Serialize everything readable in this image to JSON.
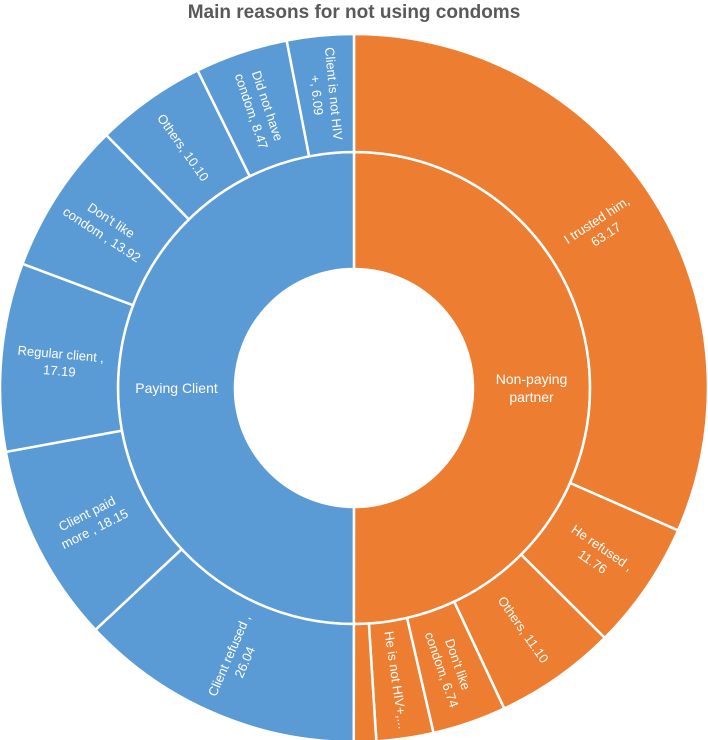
{
  "chart_data": {
    "type": "sunburst",
    "title": "Main reasons for not using condoms",
    "colors": {
      "Paying Client": "#5b9bd5",
      "Non-paying partner": "#ed7d31"
    },
    "groups": [
      {
        "name": "Non-paying partner",
        "label_lines": [
          "Non-paying",
          "partner"
        ],
        "children": [
          {
            "name": "I trusted him",
            "value": 63.17,
            "label_lines": [
              "I trusted him,",
              "63.17"
            ]
          },
          {
            "name": "He refused",
            "value": 11.76,
            "label_lines": [
              "He refused ,",
              "11.76"
            ]
          },
          {
            "name": "Others",
            "value": 11.1,
            "label_lines": [
              "Others, 11.10"
            ]
          },
          {
            "name": "Don't like condom",
            "value": 6.74,
            "label_lines": [
              "Don't like",
              "condom, 6.74"
            ]
          },
          {
            "name": "He is not HIV+",
            "value": 5.2,
            "label_lines": [
              "He is not HIV+,..."
            ]
          },
          {
            "name": "Other (unlabeled)",
            "value": 2.03,
            "label_lines": []
          }
        ]
      },
      {
        "name": "Paying Client",
        "label_lines": [
          "Paying Client"
        ],
        "children": [
          {
            "name": "Client refused",
            "value": 26.04,
            "label_lines": [
              "Client refused ,",
              "26.04"
            ]
          },
          {
            "name": "Client paid more",
            "value": 18.15,
            "label_lines": [
              "Client paid",
              "more , 18.15"
            ]
          },
          {
            "name": "Regular client",
            "value": 17.19,
            "label_lines": [
              "Regular client ,",
              "17.19"
            ]
          },
          {
            "name": "Don't like condom",
            "value": 13.92,
            "label_lines": [
              "Don't like",
              "condom , 13.92"
            ]
          },
          {
            "name": "Others",
            "value": 10.1,
            "label_lines": [
              "Others, 10.10"
            ]
          },
          {
            "name": "Did not have condom",
            "value": 8.47,
            "label_lines": [
              "Did not have",
              "condom, 8.47"
            ]
          },
          {
            "name": "Client is not HIV+",
            "value": 6.09,
            "label_lines": [
              "Client is not HIV",
              "+, 6.09"
            ]
          }
        ]
      }
    ]
  }
}
